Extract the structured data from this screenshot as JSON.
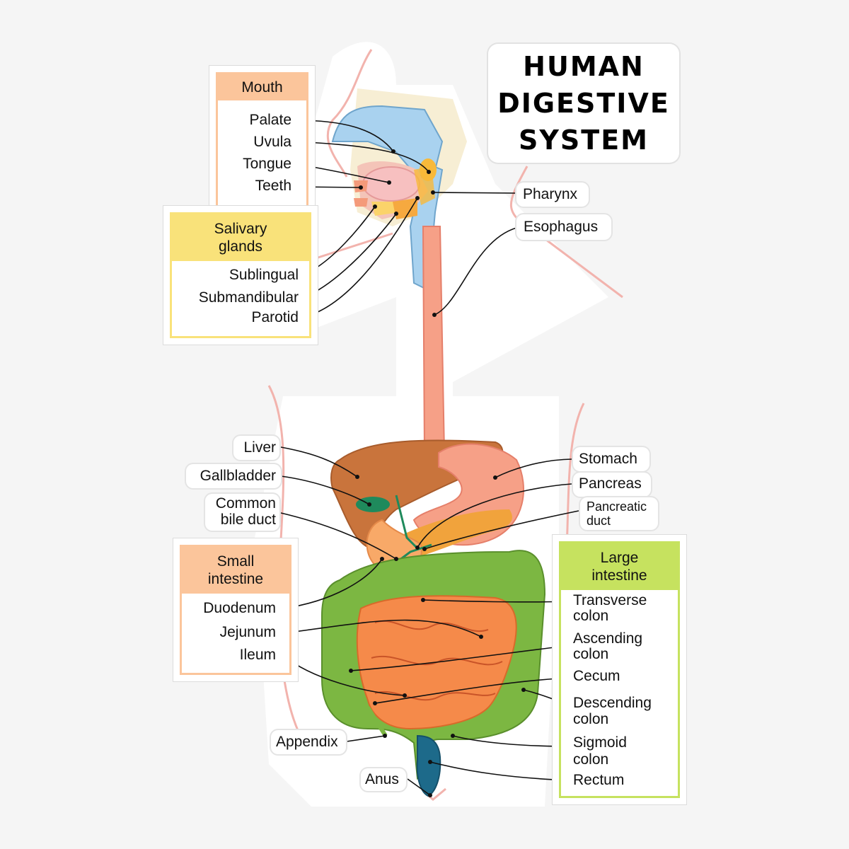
{
  "title": {
    "line1": "HUMAN",
    "line2": "DIGESTIVE",
    "line3": "SYSTEM"
  },
  "colors": {
    "mouth": "#fbc59b",
    "salivary": "#f9e27a",
    "small_intestine": "#fbc59b",
    "large_intestine": "#c6e25f"
  },
  "mouth": {
    "header": "Mouth",
    "items": [
      "Palate",
      "Uvula",
      "Tongue",
      "Teeth"
    ]
  },
  "salivary": {
    "header_line1": "Salivary",
    "header_line2": "glands",
    "items": [
      "Sublingual",
      "Submandibular",
      "Parotid"
    ]
  },
  "small_intestine": {
    "header_line1": "Small",
    "header_line2": "intestine",
    "items": [
      "Duodenum",
      "Jejunum",
      "Ileum"
    ]
  },
  "large_intestine": {
    "header_line1": "Large",
    "header_line2": "intestine",
    "items": [
      {
        "line1": "Transverse",
        "line2": "colon"
      },
      {
        "line1": "Ascending",
        "line2": "colon"
      },
      {
        "line1": "Cecum",
        "line2": ""
      },
      {
        "line1": "Descending",
        "line2": "colon"
      },
      {
        "line1": "Sigmoid",
        "line2": "colon"
      },
      {
        "line1": "Rectum",
        "line2": ""
      }
    ]
  },
  "labels": {
    "pharynx": "Pharynx",
    "esophagus": "Esophagus",
    "liver": "Liver",
    "gallbladder": "Gallbladder",
    "common_bile_duct_1": "Common",
    "common_bile_duct_2": "bile duct",
    "stomach": "Stomach",
    "pancreas": "Pancreas",
    "pancreatic_duct_1": "Pancreatic",
    "pancreatic_duct_2": "duct",
    "appendix": "Appendix",
    "anus": "Anus"
  }
}
